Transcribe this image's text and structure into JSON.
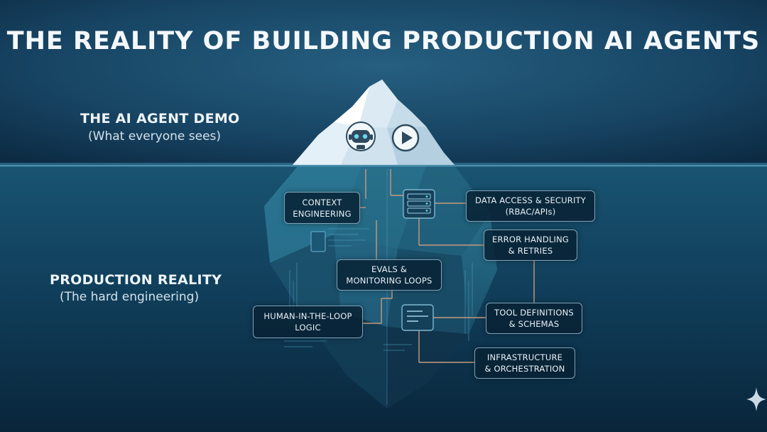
{
  "title": "THE REALITY OF BUILDING PRODUCTION AI AGENTS",
  "demo": {
    "heading": "THE AI AGENT DEMO",
    "sub": "(What everyone sees)"
  },
  "reality": {
    "heading": "PRODUCTION REALITY",
    "sub": "(The hard engineering)"
  },
  "components": {
    "context": [
      "CONTEXT",
      "ENGINEERING"
    ],
    "data_access": [
      "DATA ACCESS & SECURITY",
      "(RBAC/APIs)"
    ],
    "error_handling": [
      "ERROR HANDLING",
      "& RETRIES"
    ],
    "evals": [
      "EVALS &",
      "MONITORING LOOPS"
    ],
    "human_loop": [
      "HUMAN-IN-THE-LOOP",
      "LOGIC"
    ],
    "tools": [
      "TOOL DEFINITIONS",
      "& SCHEMAS"
    ],
    "infra": [
      "INFRASTRUCTURE",
      "& ORCHESTRATION"
    ]
  },
  "icons": [
    "robot-icon",
    "play-icon",
    "server-rack-icon",
    "document-panel-icon",
    "sparkle-icon"
  ],
  "colors": {
    "background": "#0d2f4a",
    "water": "#123f5c",
    "ice_tip": "#e8f3fa",
    "connector": "#c89a7c",
    "box_border": "#7fa3b9"
  }
}
